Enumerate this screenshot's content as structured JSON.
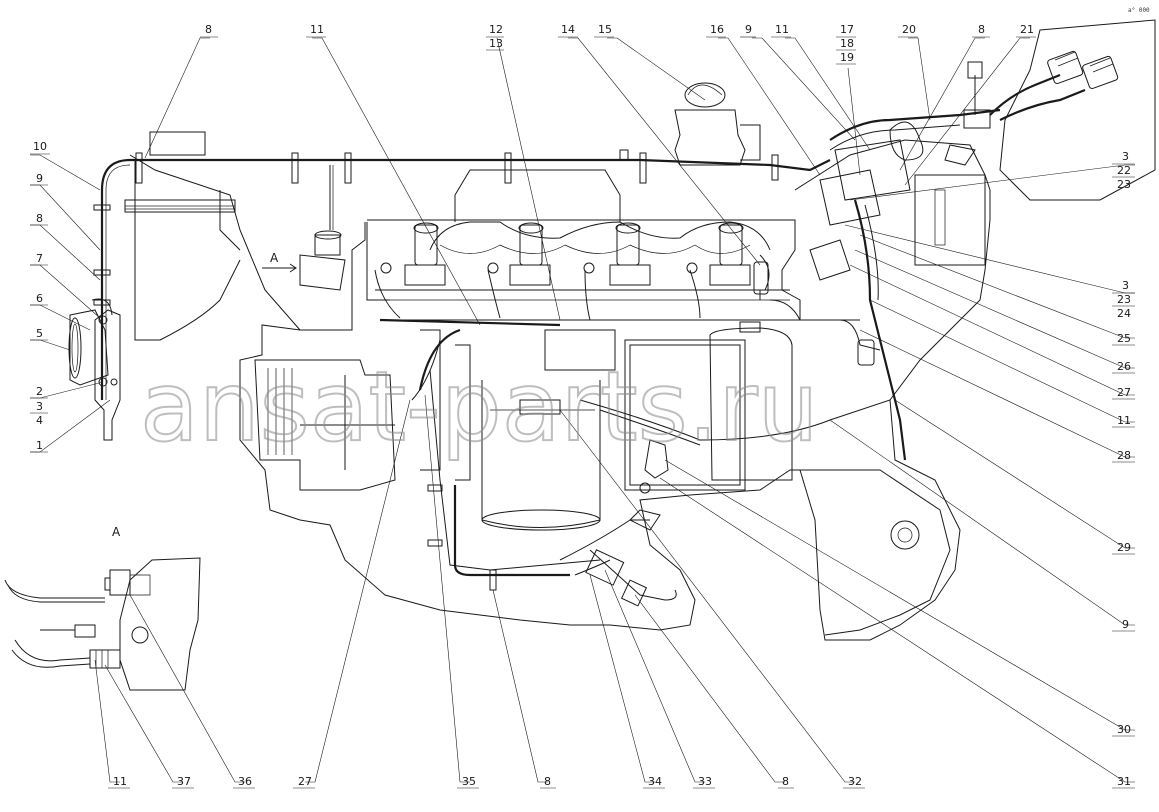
{
  "watermark": "ansat-parts.ru",
  "corner_text": "a° 000",
  "view_label": "A",
  "view_arrow_label": "A",
  "callouts": [
    {
      "id": "c8a",
      "label": "8"
    },
    {
      "id": "c11a",
      "label": "11"
    },
    {
      "id": "c12",
      "label": "12"
    },
    {
      "id": "c13",
      "label": "13"
    },
    {
      "id": "c14",
      "label": "14"
    },
    {
      "id": "c15",
      "label": "15"
    },
    {
      "id": "c16",
      "label": "16"
    },
    {
      "id": "c9a",
      "label": "9"
    },
    {
      "id": "c11b",
      "label": "11"
    },
    {
      "id": "c17",
      "label": "17"
    },
    {
      "id": "c18",
      "label": "18"
    },
    {
      "id": "c19",
      "label": "19"
    },
    {
      "id": "c20",
      "label": "20"
    },
    {
      "id": "c8b",
      "label": "8"
    },
    {
      "id": "c21",
      "label": "21"
    },
    {
      "id": "c10",
      "label": "10"
    },
    {
      "id": "c9b",
      "label": "9"
    },
    {
      "id": "c8c",
      "label": "8"
    },
    {
      "id": "c7",
      "label": "7"
    },
    {
      "id": "c6",
      "label": "6"
    },
    {
      "id": "c5",
      "label": "5"
    },
    {
      "id": "c2",
      "label": "2"
    },
    {
      "id": "c3a",
      "label": "3"
    },
    {
      "id": "c4",
      "label": "4"
    },
    {
      "id": "c1",
      "label": "1"
    },
    {
      "id": "c3b",
      "label": "3"
    },
    {
      "id": "c22",
      "label": "22"
    },
    {
      "id": "c23a",
      "label": "23"
    },
    {
      "id": "c3c",
      "label": "3"
    },
    {
      "id": "c23b",
      "label": "23"
    },
    {
      "id": "c24",
      "label": "24"
    },
    {
      "id": "c25",
      "label": "25"
    },
    {
      "id": "c26",
      "label": "26"
    },
    {
      "id": "c27a",
      "label": "27"
    },
    {
      "id": "c11c",
      "label": "11"
    },
    {
      "id": "c28",
      "label": "28"
    },
    {
      "id": "c29",
      "label": "29"
    },
    {
      "id": "c9c",
      "label": "9"
    },
    {
      "id": "c30",
      "label": "30"
    },
    {
      "id": "c31",
      "label": "31"
    },
    {
      "id": "c32",
      "label": "32"
    },
    {
      "id": "c8d",
      "label": "8"
    },
    {
      "id": "c33",
      "label": "33"
    },
    {
      "id": "c34",
      "label": "34"
    },
    {
      "id": "c8e",
      "label": "8"
    },
    {
      "id": "c35",
      "label": "35"
    },
    {
      "id": "c27b",
      "label": "27"
    },
    {
      "id": "c36",
      "label": "36"
    },
    {
      "id": "c37",
      "label": "37"
    },
    {
      "id": "c11d",
      "label": "11"
    }
  ]
}
